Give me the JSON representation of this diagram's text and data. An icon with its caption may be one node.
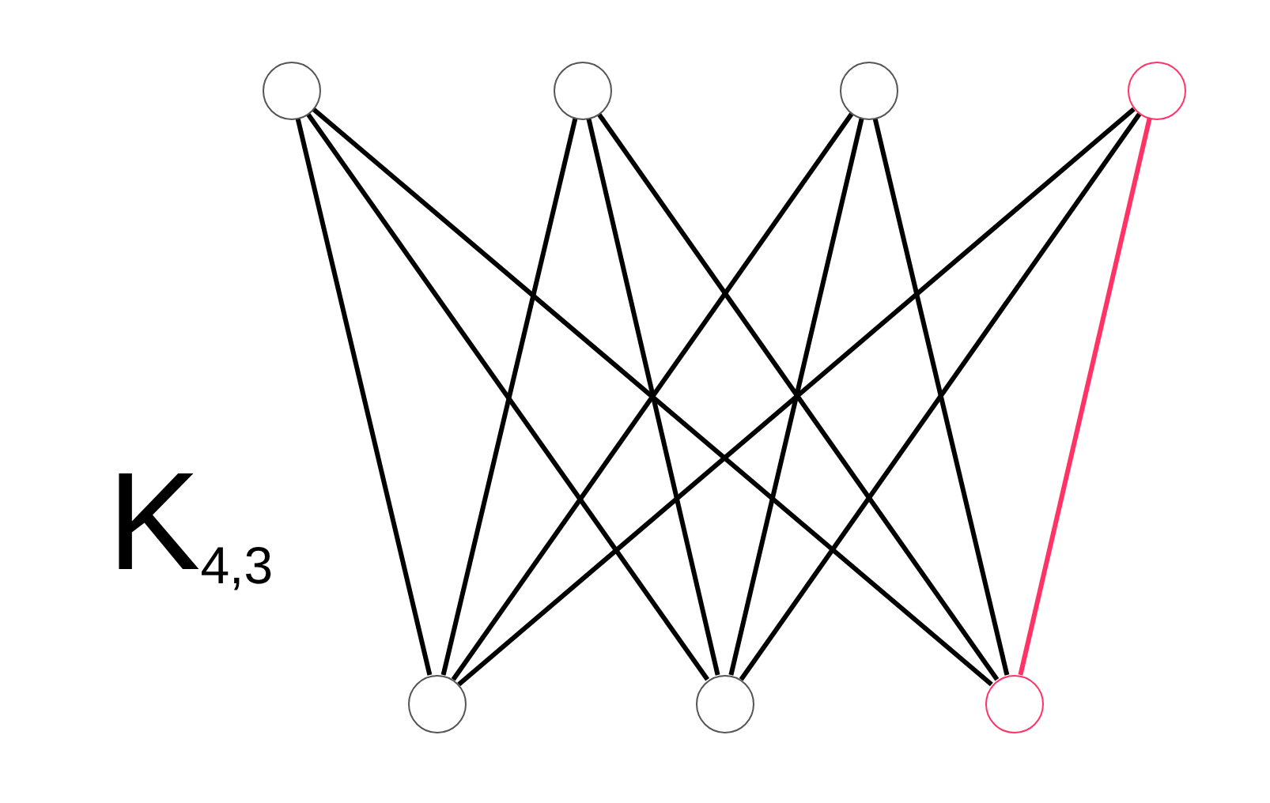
{
  "diagram": {
    "nodes": [
      {
        "text": [],
        "shape": "circle"
      },
      {
        "text": [],
        "shape": "circle"
      },
      {
        "text": [],
        "shape": "circle"
      },
      {
        "text": [],
        "shape": "circle"
      },
      {
        "text": [],
        "shape": "circle"
      },
      {
        "text": [],
        "shape": "circle"
      },
      {
        "text": [],
        "shape": "circle"
      }
    ],
    "edges": [
      {
        "from": 0,
        "to": 4,
        "arrow": "none"
      },
      {
        "from": 0,
        "to": 5,
        "arrow": "none"
      },
      {
        "from": 0,
        "to": 6,
        "arrow": "none"
      },
      {
        "from": 1,
        "to": 4,
        "arrow": "none"
      },
      {
        "from": 1,
        "to": 5,
        "arrow": "none"
      },
      {
        "from": 1,
        "to": 6,
        "arrow": "none"
      },
      {
        "from": 2,
        "to": 4,
        "arrow": "none"
      },
      {
        "from": 2,
        "to": 5,
        "arrow": "none"
      },
      {
        "from": 2,
        "to": 6,
        "arrow": "none"
      },
      {
        "from": 3,
        "to": 4,
        "arrow": "none"
      },
      {
        "from": 3,
        "to": 5,
        "arrow": "none"
      },
      {
        "from": 3,
        "to": 6,
        "arrow": "none",
        "color": "#ff3366"
      }
    ],
    "labels": [
      "K$_{4,3}$"
    ]
  }
}
